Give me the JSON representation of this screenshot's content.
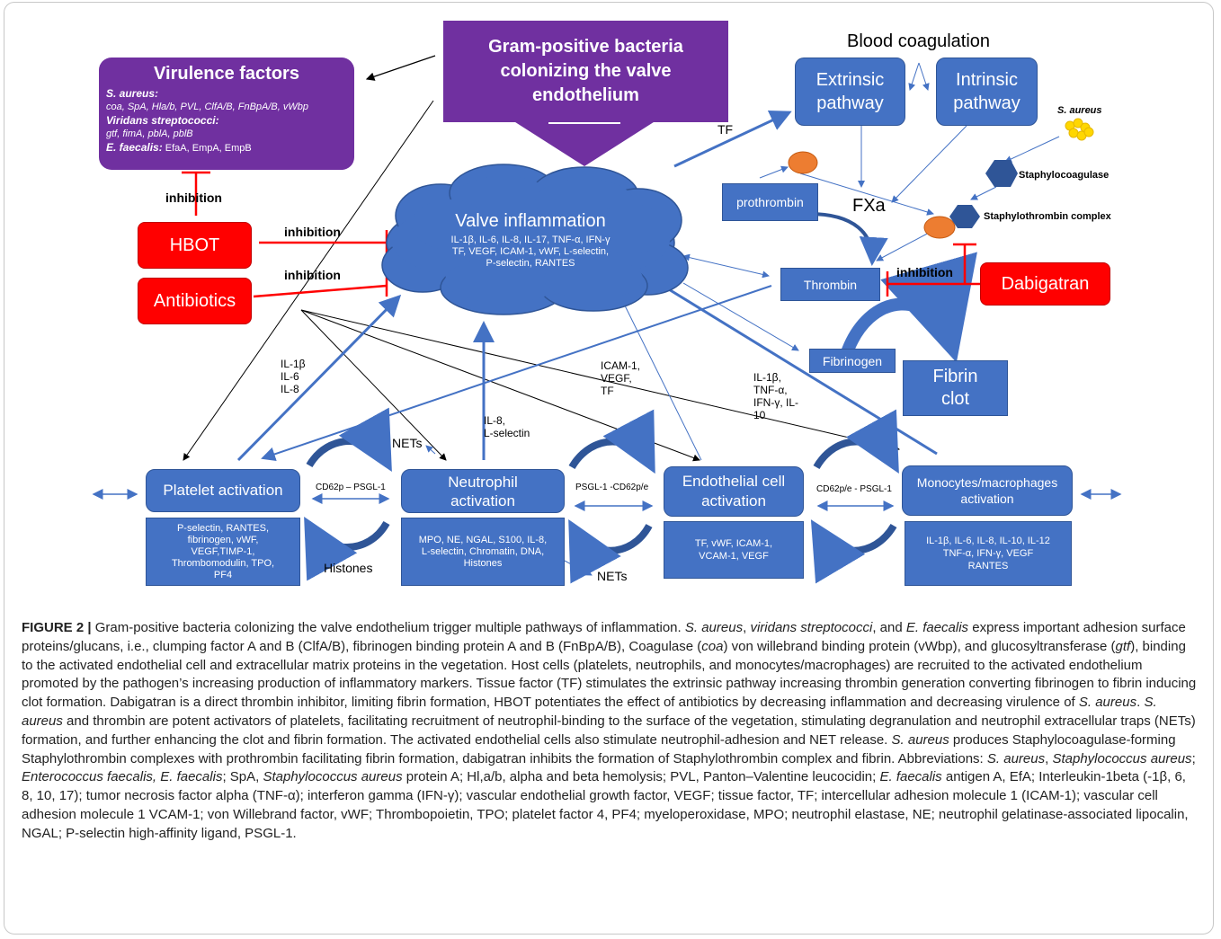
{
  "virulence": {
    "title": "Virulence factors",
    "s_aureus_label": "S. aureus",
    "s_aureus_list": "coa, SpA, Hla/b, PVL, ClfA/B, FnBpA/B, vWbp",
    "viridans_label": "Viridans streptococci",
    "viridans_list": "gtf, fimA, pblA, pblB",
    "faecalis_label": "E. faecalis:",
    "faecalis_list": "EfaA, EmpA, EmpB"
  },
  "gram_positive": "Gram-positive bacteria colonizing the valve endothelium",
  "coagulation": {
    "title": "Blood coagulation",
    "extrinsic": "Extrinsic pathway",
    "intrinsic": "Intrinsic pathway",
    "tf": "TF",
    "s_aureus": "S. aureus",
    "staphylocoagulase": "Staphylocoagulase",
    "prothrombin": "prothrombin",
    "fxa": "FXa",
    "staphylothrombin": "Staphylothrombin complex",
    "thrombin": "Thrombin",
    "fibrinogen": "Fibrinogen",
    "fibrin_clot": "Fibrin clot"
  },
  "inflammation": {
    "title": "Valve inflammation",
    "markers": "IL-1β, IL-6, IL-8, IL-17, TNF-α, IFN-γ\nTF, VEGF, ICAM-1, vWF, L-selectin,\nP-selectin, RANTES"
  },
  "therapies": {
    "hbot": "HBOT",
    "antibiotics": "Antibiotics",
    "dabigatran": "Dabigatran",
    "inhibition": "inhibition"
  },
  "edge_labels": {
    "il_platelet": "IL-1β\nIL-6\nIL-8",
    "il8_lselectin": "IL-8,\nL-selectin",
    "icam_vegf_tf": "ICAM-1,\nVEGF,\nTF",
    "il_mono": "IL-1β,\nTNF-α,\nIFN-γ, IL-\n10",
    "nets": "NETs",
    "histones": "Histones",
    "cd62p_psgl1": "CD62p – PSGL-1",
    "psgl1_cd62pe": "PSGL-1 -CD62p/e",
    "cd62pe_psgl1": "CD62p/e - PSGL-1"
  },
  "cells": {
    "platelet": "Platelet activation",
    "platelet_markers": "P-selectin, RANTES,\nfibrinogen, vWF,\nVEGF,TIMP-1,\nThrombomodulin, TPO,\nPF4",
    "neutrophil": "Neutrophil\nactivation",
    "neutrophil_markers": "MPO, NE, NGAL, S100, IL-8,\nL-selectin, Chromatin, DNA,\nHistones",
    "endothelial": "Endothelial cell\nactivation",
    "endothelial_markers": "TF, vWF, ICAM-1,\nVCAM-1, VEGF",
    "mono": "Monocytes/macrophages\nactivation",
    "mono_markers": "IL-1β, IL-6, IL-8, IL-10, IL-12\nTNF-α, IFN-γ, VEGF\nRANTES"
  },
  "caption": {
    "label": "FIGURE 2 |",
    "p1": " Gram-positive bacteria colonizing the valve endothelium trigger multiple pathways of inflammation. ",
    "p2": "S. aureus",
    "p3": ", ",
    "p4": "viridans streptococci",
    "p5": ", and ",
    "p6": "E. faecalis",
    "p7": " express important adhesion surface proteins/glucans, i.e., clumping factor A and B (ClfA/B), fibrinogen binding protein A and B (FnBpA/B), Coagulase (",
    "p8": "coa",
    "p9": ") von willebrand binding protein (vWbp), and glucosyltransferase (",
    "p10": "gtf",
    "p11": "), binding to the activated endothelial cell and extracellular matrix proteins in the vegetation. Host cells (platelets, neutrophils, and monocytes/macrophages) are recruited to the activated endothelium promoted by the pathogen’s increasing production of inflammatory markers. Tissue factor (TF) stimulates the extrinsic pathway increasing thrombin generation converting fibrinogen to fibrin inducing clot formation. Dabigatran is a direct thrombin inhibitor, limiting fibrin formation, HBOT potentiates the effect of antibiotics by decreasing inflammation and decreasing virulence of ",
    "p12": "S. aureus",
    "p13": ". ",
    "p14": "S. aureus",
    "p15": " and thrombin are potent activators of platelets, facilitating recruitment of neutrophil-binding to the surface of the vegetation, stimulating degranulation and neutrophil extracellular traps (NETs) formation, and further enhancing the clot and fibrin formation. The activated endothelial cells also stimulate neutrophil-adhesion and NET release. ",
    "p16": "S. aureus",
    "p17": " produces Staphylocoagulase-forming Staphylothrombin complexes with prothrombin facilitating fibrin formation, dabigatran inhibits the formation of Staphylothrombin complex and fibrin. Abbreviations: ",
    "p18": "S. aureus",
    "p19": ", ",
    "p20": "Staphylococcus aureus",
    "p21": "; ",
    "p22": "Enterococcus faecalis, E. faecalis",
    "p23": "; SpA, ",
    "p24": "Staphylococcus aureus",
    "p25": " protein A; Hl,a/b, alpha and beta hemolysis; PVL, Panton–Valentine leucocidin; ",
    "p26": "E. faecalis",
    "p27": " antigen A, EfA; Interleukin-1beta (-1β, 6, 8, 10, 17); tumor necrosis factor alpha (TNF-α); interferon gamma (IFN-γ); vascular endothelial growth factor, VEGF; tissue factor, TF; intercellular adhesion molecule 1 (ICAM-1); vascular cell adhesion molecule 1 VCAM-1; von Willebrand factor, vWF; Thrombopoietin, TPO; platelet factor 4, PF4; myeloperoxidase, MPO; neutrophil elastase, NE; neutrophil gelatinase-associated lipocalin, NGAL; P-selectin high-affinity ligand, PSGL-1."
  }
}
